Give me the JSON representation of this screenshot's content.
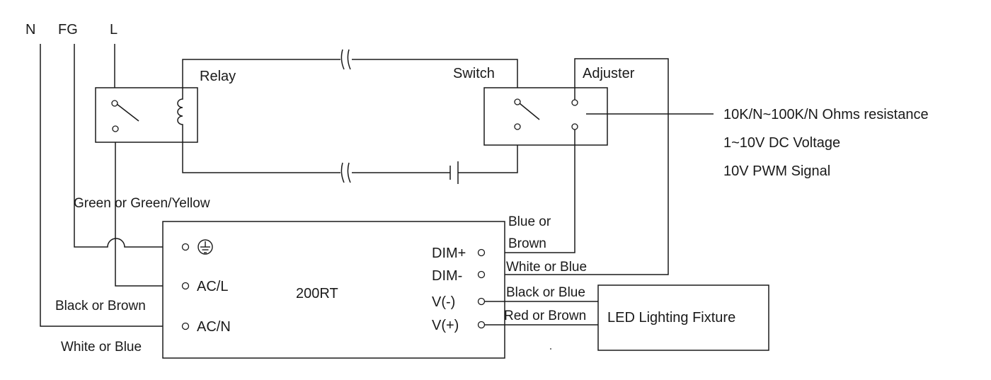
{
  "supply": {
    "n": "N",
    "fg": "FG",
    "l": "L"
  },
  "relay": {
    "label": "Relay"
  },
  "switch": {
    "label": "Switch"
  },
  "adjuster": {
    "label": "Adjuster"
  },
  "dim_options": [
    "10K/N~100K/N Ohms resistance",
    "1~10V DC Voltage",
    "10V PWM Signal"
  ],
  "wires": {
    "fg_color": "Green or Green/Yellow",
    "l_color": "Black or Brown",
    "n_color": "White or Blue",
    "dim_plus_color_1": "Blue or",
    "dim_plus_color_2": "Brown",
    "dim_minus_color": "White or Blue",
    "v_minus_color": "Black or Blue",
    "v_plus_color": "Red or Brown"
  },
  "driver": {
    "model": "200RT",
    "terminals_left": [
      "AC/L",
      "AC/N"
    ],
    "terminals_right": [
      "DIM+",
      "DIM-",
      "V(-)",
      "V(+)"
    ]
  },
  "fixture": {
    "label": "LED Lighting Fixture"
  }
}
